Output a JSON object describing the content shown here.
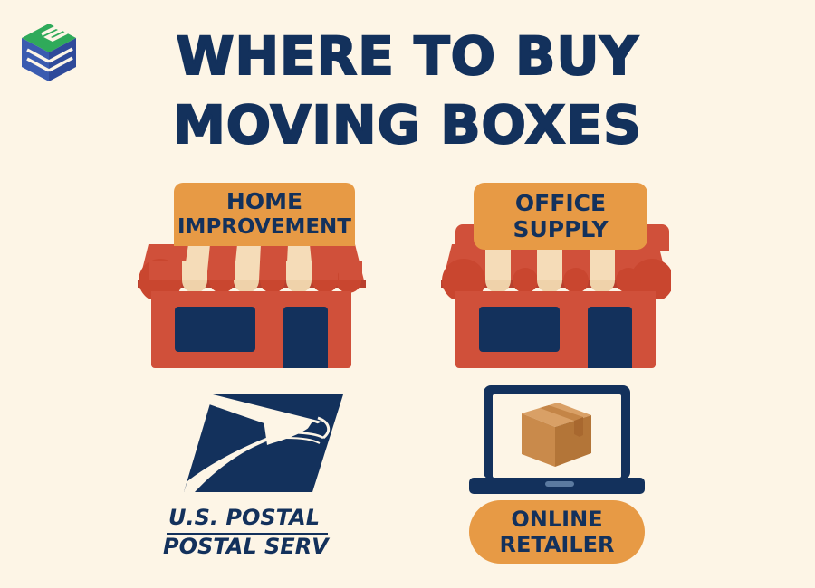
{
  "logo": {
    "icon": "stacked-cube-logo-icon",
    "colors": {
      "top": "#2faa5a",
      "sides": "#3a5bb0"
    }
  },
  "title": {
    "line1": "WHERE TO BUY",
    "line2": "MOVING BOXES"
  },
  "stores": [
    {
      "sign_line1": "HOME",
      "sign_line2": "IMPROVEMENT",
      "icon": "storefront-icon"
    },
    {
      "sign_line1": "OFFICE",
      "sign_line2": "SUPPLY",
      "icon": "storefront-icon"
    }
  ],
  "usps": {
    "icon": "eagle-logo-icon",
    "line1": "U.S. POSTAL",
    "line2": "POSTAL SERV"
  },
  "online": {
    "icon": "laptop-box-icon",
    "line1": "ONLINE",
    "line2": "RETAILER"
  },
  "colors": {
    "background": "#fdf5e6",
    "navy": "#13315c",
    "orange": "#e79a45",
    "red": "#d0503a",
    "cream_stripe": "#f5dcb8",
    "box": "#c98a4b"
  }
}
